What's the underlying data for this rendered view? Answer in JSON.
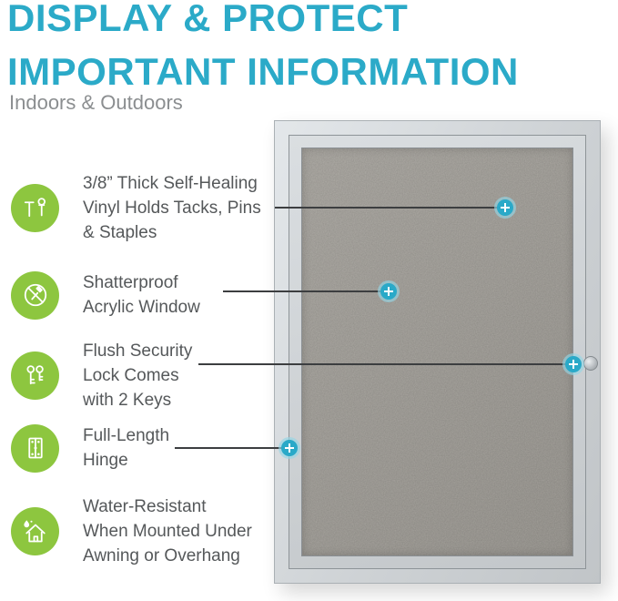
{
  "header": {
    "title_line1": "DISPLAY & PROTECT",
    "title_line2": "IMPORTANT INFORMATION",
    "subtitle": "Indoors & Outdoors"
  },
  "features": [
    {
      "icon": "pins-tacks-icon",
      "text": "3/8” Thick Self-Healing\nVinyl Holds Tacks, Pins\n& Staples"
    },
    {
      "icon": "shatterproof-icon",
      "text": "Shatterproof\nAcrylic Window"
    },
    {
      "icon": "keys-icon",
      "text": "Flush Security\nLock Comes\nwith 2 Keys"
    },
    {
      "icon": "hinge-icon",
      "text": "Full-Length\nHinge"
    },
    {
      "icon": "water-resistant-icon",
      "text": "Water-Resistant\nWhen Mounted Under\nAwning or Overhang"
    }
  ],
  "board": {
    "description": "Enclosed bulletin board with silver aluminum frame, gray vinyl surface, flush lock and full-length hinge",
    "callout_count": 4
  },
  "colors": {
    "accent_teal": "#2baac8",
    "feature_green": "#8dc63f",
    "headline_teal": "#2baac8",
    "text_gray": "#55585a",
    "subtitle_gray": "#8b8e90",
    "frame_silver": "#ced2d5",
    "vinyl_gray": "#a8a5a0",
    "callout_line": "#3c3e40"
  }
}
